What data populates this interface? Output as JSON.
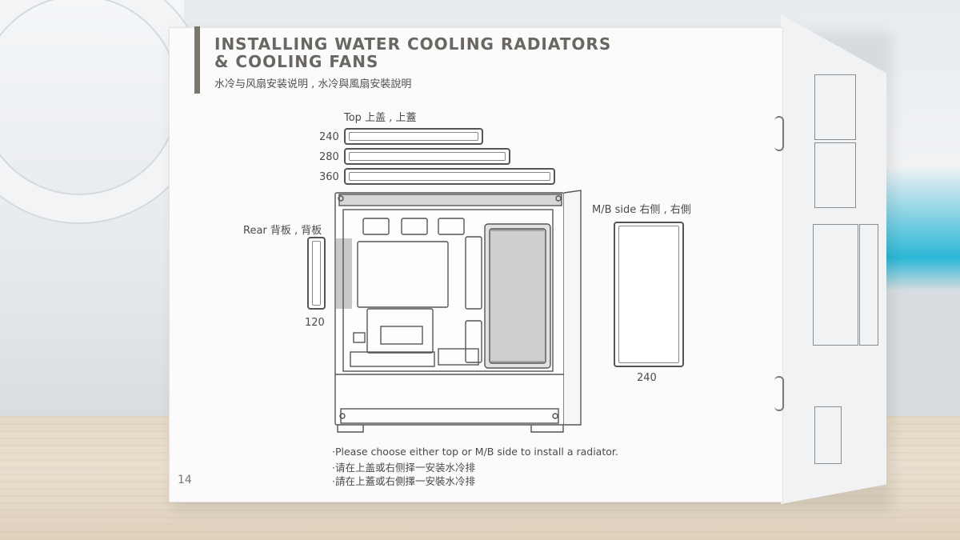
{
  "page": {
    "title_line1": "INSTALLING WATER COOLING RADIATORS",
    "title_line2": "& COOLING FANS",
    "subtitle": "水冷与风扇安装说明 , 水冷與風扇安裝說明",
    "page_number": "14"
  },
  "top": {
    "label": "Top 上盖 , 上蓋",
    "sizes": [
      "240",
      "280",
      "360"
    ]
  },
  "rear": {
    "label": "Rear 背板 , 背板",
    "size": "120"
  },
  "mb_side": {
    "label": "M/B side 右侧 , 右側",
    "size": "240"
  },
  "notes": [
    "·Please choose either top or M/B side to install a radiator.",
    "·请在上盖或右侧择一安装水冷排",
    "·請在上蓋或右側擇一安裝水冷排"
  ],
  "colors": {
    "accent": "#7a756d",
    "line": "#555555",
    "water_accent": "#2bb7d6"
  }
}
